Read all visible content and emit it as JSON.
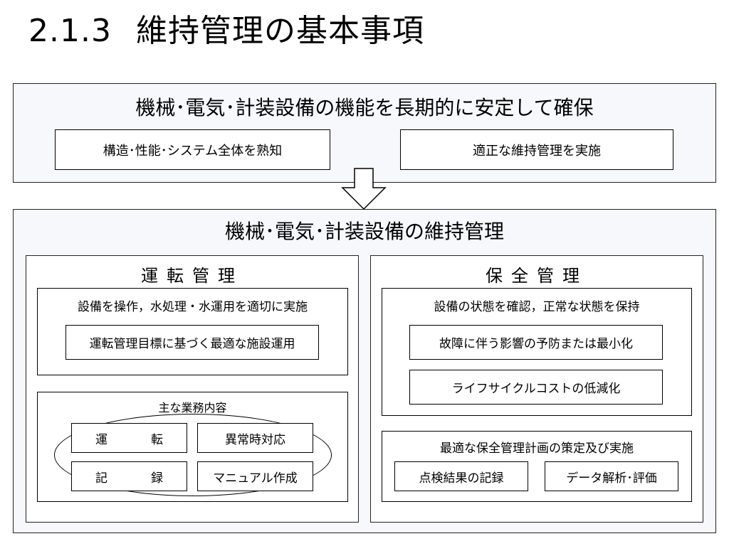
{
  "title": {
    "number": "2.1.3",
    "text": "維持管理の基本事項"
  },
  "top_panel": {
    "heading": "機械･電気･計装設備の機能を長期的に安定して確保",
    "left_box": "構造･性能･システム全体を熟知",
    "right_box": "適正な維持管理を実施"
  },
  "main_panel": {
    "heading": "機械･電気･計装設備の維持管理",
    "operation": {
      "heading": "運転管理",
      "purpose_box": {
        "text": "設備を操作，水処理・水運用を適切に実施",
        "item": "運転管理目標に基づく最適な施設運用"
      },
      "tasks_box": {
        "label": "主な業務内容",
        "items": [
          "運　転",
          "異常時対応",
          "記　録",
          "マニュアル作成"
        ]
      }
    },
    "maintenance": {
      "heading": "保全管理",
      "state_box": {
        "text": "設備の状態を確認，正常な状態を保持",
        "items": [
          "故障に伴う影響の予防または最小化",
          "ライフサイクルコストの低減化"
        ]
      },
      "plan_box": {
        "text": "最適な保全管理計画の策定及び実施",
        "items": [
          "点検結果の記録",
          "データ解析･評価"
        ]
      }
    }
  },
  "icons": {
    "arrow": "down-arrow-icon"
  }
}
